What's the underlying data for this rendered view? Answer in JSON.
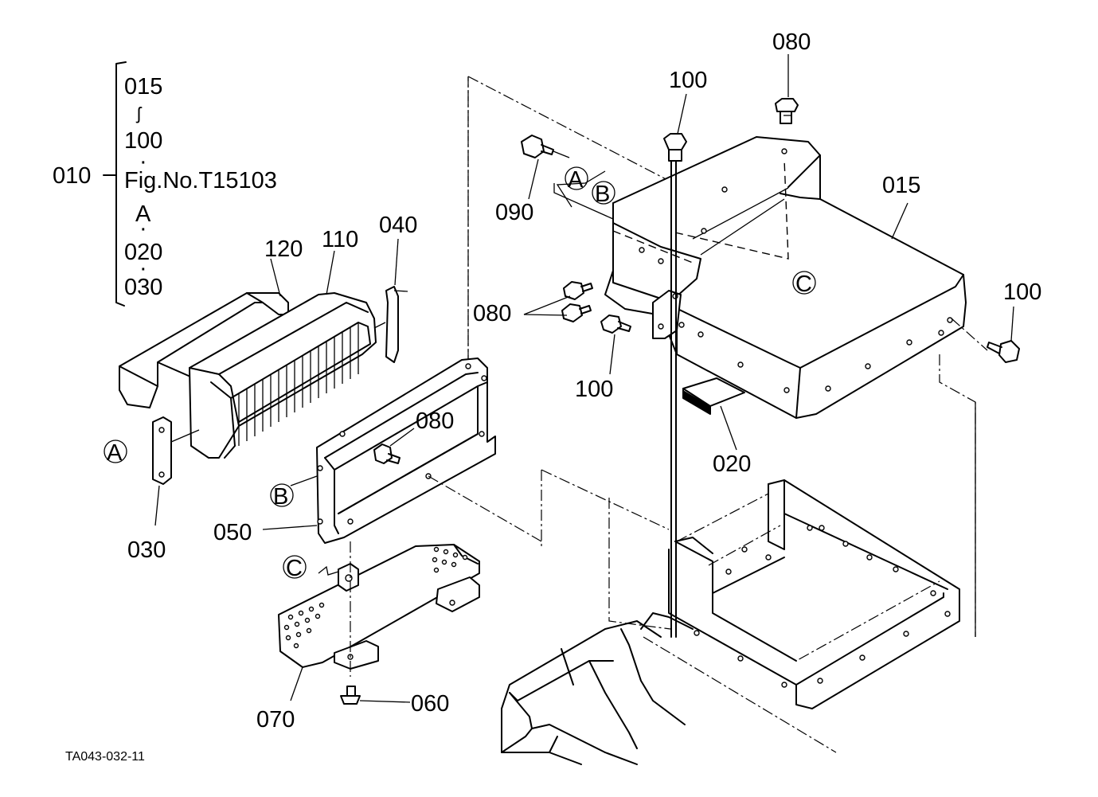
{
  "legend": {
    "assembly": "010",
    "lines": [
      "015",
      "ʃ",
      "100",
      "·",
      "Fig.No.T15103",
      "A",
      "·",
      "020",
      "·",
      "030"
    ]
  },
  "parts": {
    "p015": "015",
    "p020": "020",
    "p030": "030",
    "p040": "040",
    "p050": "050",
    "p060": "060",
    "p070": "070",
    "p080_top": "080",
    "p080_left": "080",
    "p080_bracket": "080",
    "p090": "090",
    "p100_top": "100",
    "p100_right": "100",
    "p100_mid": "100",
    "p110": "110",
    "p120": "120"
  },
  "refs": {
    "a1": "A",
    "a2": "A",
    "b1": "B",
    "b2": "B",
    "c1": "C",
    "c2": "C"
  },
  "drawing_code": "TA043-032-11"
}
